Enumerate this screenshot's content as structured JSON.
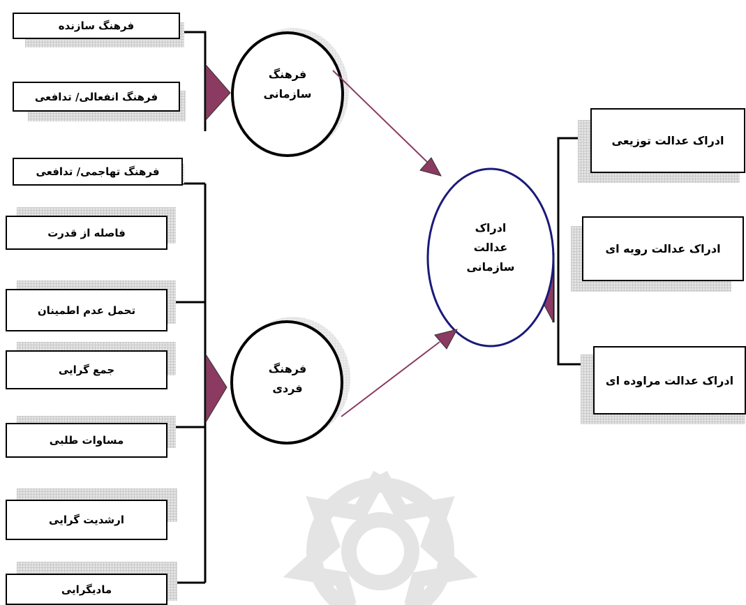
{
  "left_boxes_top": [
    "فرهنگ سازنده",
    "فرهنگ انفعالی/ تدافعی",
    "فرهنگ تهاجمی/ تدافعی"
  ],
  "left_boxes_bottom": [
    "فاصله از قدرت",
    "تحمل عدم اطمینان",
    "جمع گرایی",
    "مساوات طلبی",
    "ارشدیت گرایی",
    "مادیگرایی"
  ],
  "circle_org_culture": [
    "فرهنگ",
    "سازمانی"
  ],
  "circle_ind_culture": [
    "فرهنگ",
    "فردی"
  ],
  "circle_justice": [
    "ادراک",
    "عدالت",
    "سازمانی"
  ],
  "right_boxes": [
    "ادراک عدالت توزیعی",
    "ادراک عدالت رویه ای",
    "ادراک عدالت مراوده ای"
  ],
  "colors": {
    "arrow": "#8b3a62",
    "justice_circle_border": "#1a1a7a"
  }
}
